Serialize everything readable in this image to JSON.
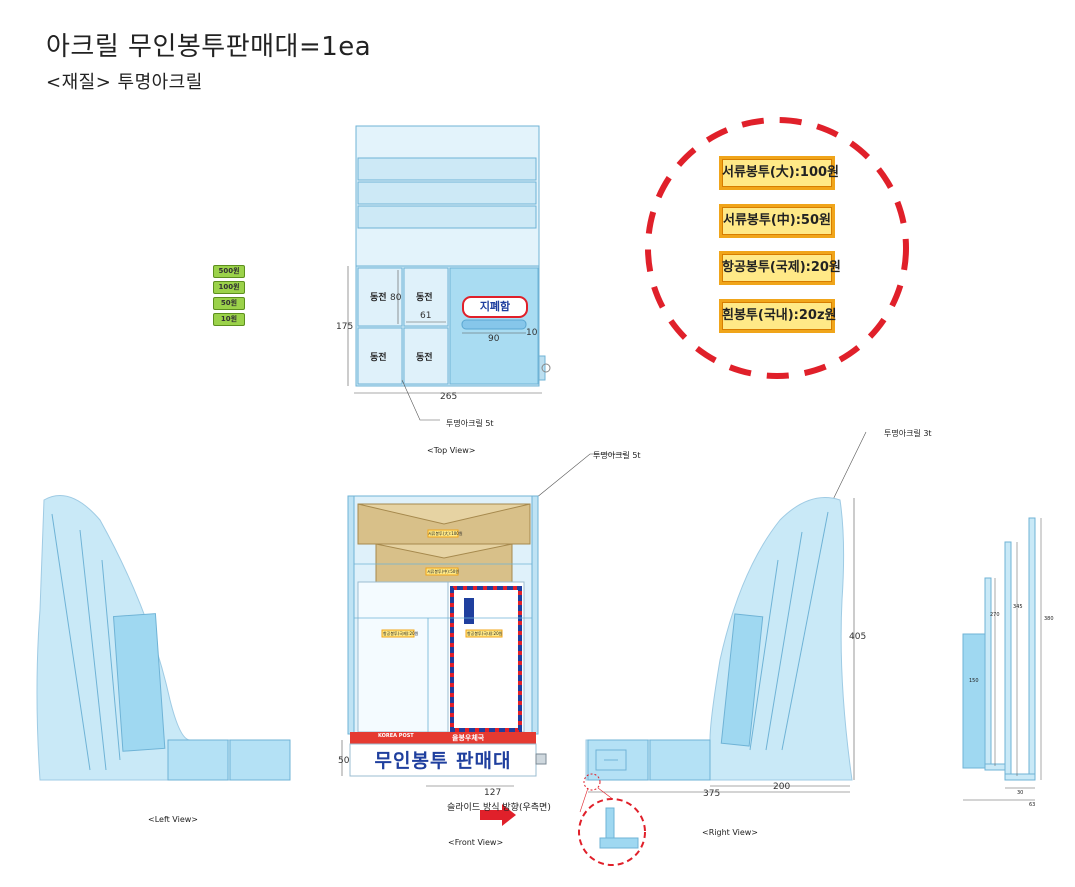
{
  "header": {
    "title": "아크릴 무인봉투판매대=1ea",
    "subtitle": "<재질> 투명아크릴"
  },
  "coins": [
    {
      "label": "500원"
    },
    {
      "label": "100원"
    },
    {
      "label": "50원"
    },
    {
      "label": "10원"
    }
  ],
  "top_view": {
    "caption": "<Top View>",
    "compartments": [
      "동전",
      "동전",
      "동전",
      "동전"
    ],
    "bill_label": "지폐함",
    "dims": {
      "width": "265",
      "depth": "175",
      "compartment_h": "80",
      "compartment_w": "61",
      "slot_w": "90",
      "slot_h": "10"
    },
    "material_note": "투명아크릴 5t"
  },
  "prices": [
    {
      "label": "서류봉투(大):100원"
    },
    {
      "label": "서류봉투(中):50원"
    },
    {
      "label": "항공봉투(국제):20원"
    },
    {
      "label": "흰봉투(국내):20z원"
    }
  ],
  "front_view": {
    "caption": "<Front View>",
    "material_note": "투명아크릴 5t",
    "sign_top": "을봉우체국",
    "brand": "KOREA POST",
    "sign_main": "무인봉투 판매대",
    "dims": {
      "height": "50",
      "width": "127"
    },
    "slide_note": "슬라이드 방식 방향(우측면)",
    "mini_labels": [
      "서류봉투(大):100원",
      "서류봉투(中):50원",
      "항공봉투(국제):20원",
      "항공봉투(국내):20원"
    ]
  },
  "left_view": {
    "caption": "<Left View>"
  },
  "right_view": {
    "caption": "<Right View>",
    "material_note": "투명아크릴 3t",
    "dims": {
      "height": "405",
      "base": "375",
      "partial": "200"
    }
  },
  "side_section": {
    "dims": {
      "d1": "270",
      "d2": "345",
      "d3": "380",
      "d4": "150",
      "d5": "30",
      "d6": "63"
    }
  },
  "colors": {
    "acrylic": "#c9e9f7",
    "acrylic_deep": "#9fd8f1",
    "edge": "#6fb3d6",
    "dash_red": "#e0202a",
    "price_border": "#f0a51a",
    "price_fill": "#ffe987",
    "coin_green": "#9bd24a",
    "sign_blue": "#1f3f9e",
    "arrow_red": "#e0202a"
  }
}
